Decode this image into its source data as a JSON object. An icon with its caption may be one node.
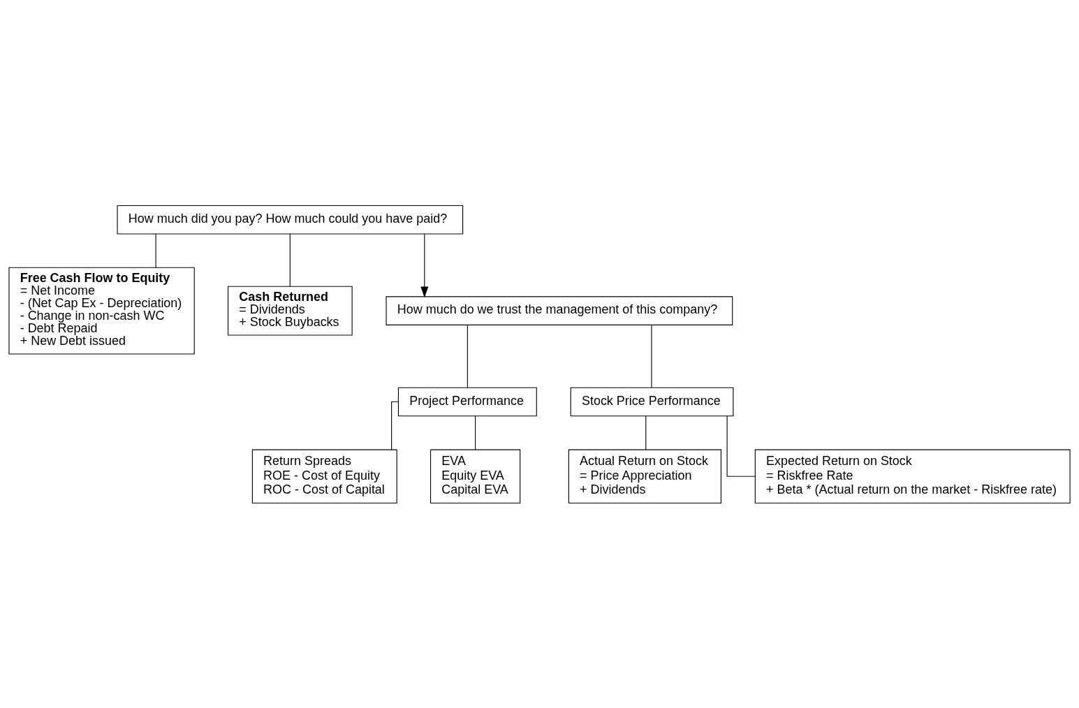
{
  "diagram": {
    "nodes": [
      {
        "text": [
          "How much did you pay? How much could you have paid?"
        ]
      },
      {
        "text": [
          "Free Cash Flow to Equity",
          "= Net Income",
          "- (Net Cap Ex - Depreciation)",
          "- Change in non-cash WC",
          "- Debt Repaid",
          "+ New Debt issued"
        ]
      },
      {
        "text": [
          "Cash Returned",
          "= Dividends",
          "+ Stock Buybacks"
        ]
      },
      {
        "text": [
          "How much do we trust the management of this company?"
        ]
      },
      {
        "text": [
          "Project Performance"
        ]
      },
      {
        "text": [
          "Stock Price Performance"
        ]
      },
      {
        "text": [
          "Return Spreads",
          "ROE - Cost of Equity",
          "ROC - Cost of Capital"
        ]
      },
      {
        "text": [
          "EVA",
          "Equity EVA",
          "Capital EVA"
        ]
      },
      {
        "text": [
          "Actual Return on Stock",
          "= Price Appreciation",
          "+ Dividends"
        ]
      },
      {
        "text": [
          "Expected Return on Stock",
          "= Riskfree Rate",
          "+ Beta * (Actual return on the market - Riskfree rate)"
        ]
      }
    ],
    "edges": [
      {
        "from": 0,
        "to": 1,
        "arrow": "none"
      },
      {
        "from": 0,
        "to": 2,
        "arrow": "none"
      },
      {
        "from": 0,
        "to": 3,
        "arrow": "to"
      },
      {
        "from": 3,
        "to": 4,
        "arrow": "none"
      },
      {
        "from": 3,
        "to": 5,
        "arrow": "none"
      },
      {
        "from": 4,
        "to": 6,
        "arrow": "none"
      },
      {
        "from": 4,
        "to": 7,
        "arrow": "none"
      },
      {
        "from": 5,
        "to": 8,
        "arrow": "none"
      },
      {
        "from": 5,
        "to": 9,
        "arrow": "none"
      }
    ]
  }
}
